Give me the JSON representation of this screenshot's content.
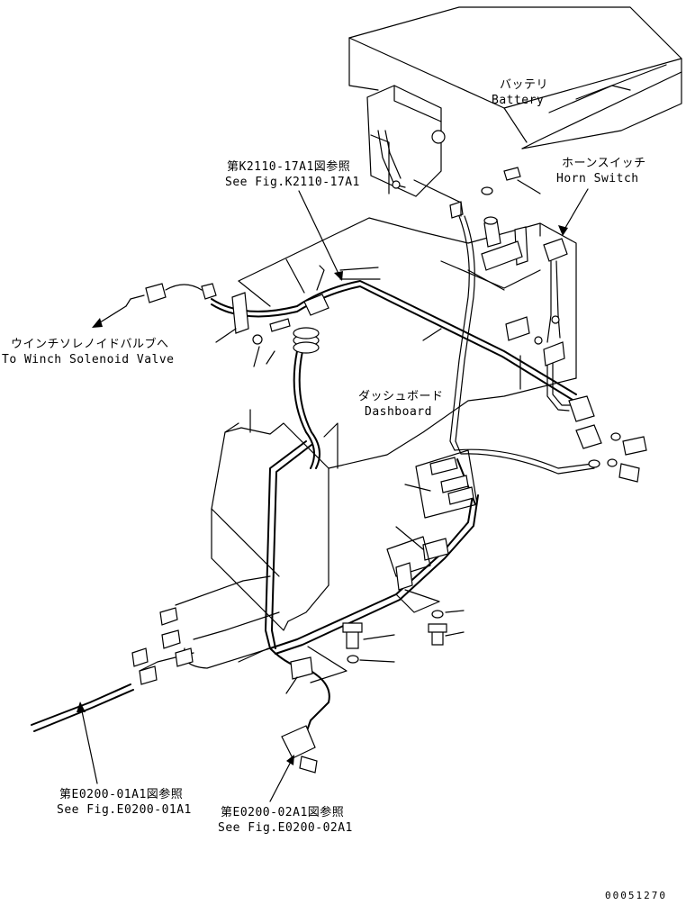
{
  "labels": {
    "battery_jp": "バッテリ",
    "battery_en": "Battery",
    "horn_switch_jp": "ホーンスイッチ",
    "horn_switch_en": "Horn Switch",
    "ref_k2110_jp": "第K2110-17A1図参照",
    "ref_k2110_en": "See Fig.K2110-17A1",
    "winch_jp": "ウインチソレノイドバルブへ",
    "winch_en": "To Winch Solenoid Valve",
    "dashboard_jp": "ダッシュボード",
    "dashboard_en": "Dashboard",
    "ref_e0200_01_jp": "第E0200-01A1図参照",
    "ref_e0200_01_en": "See Fig.E0200-01A1",
    "ref_e0200_02_jp": "第E0200-02A1図参照",
    "ref_e0200_02_en": "See Fig.E0200-02A1",
    "drawing_number": "00051270"
  }
}
